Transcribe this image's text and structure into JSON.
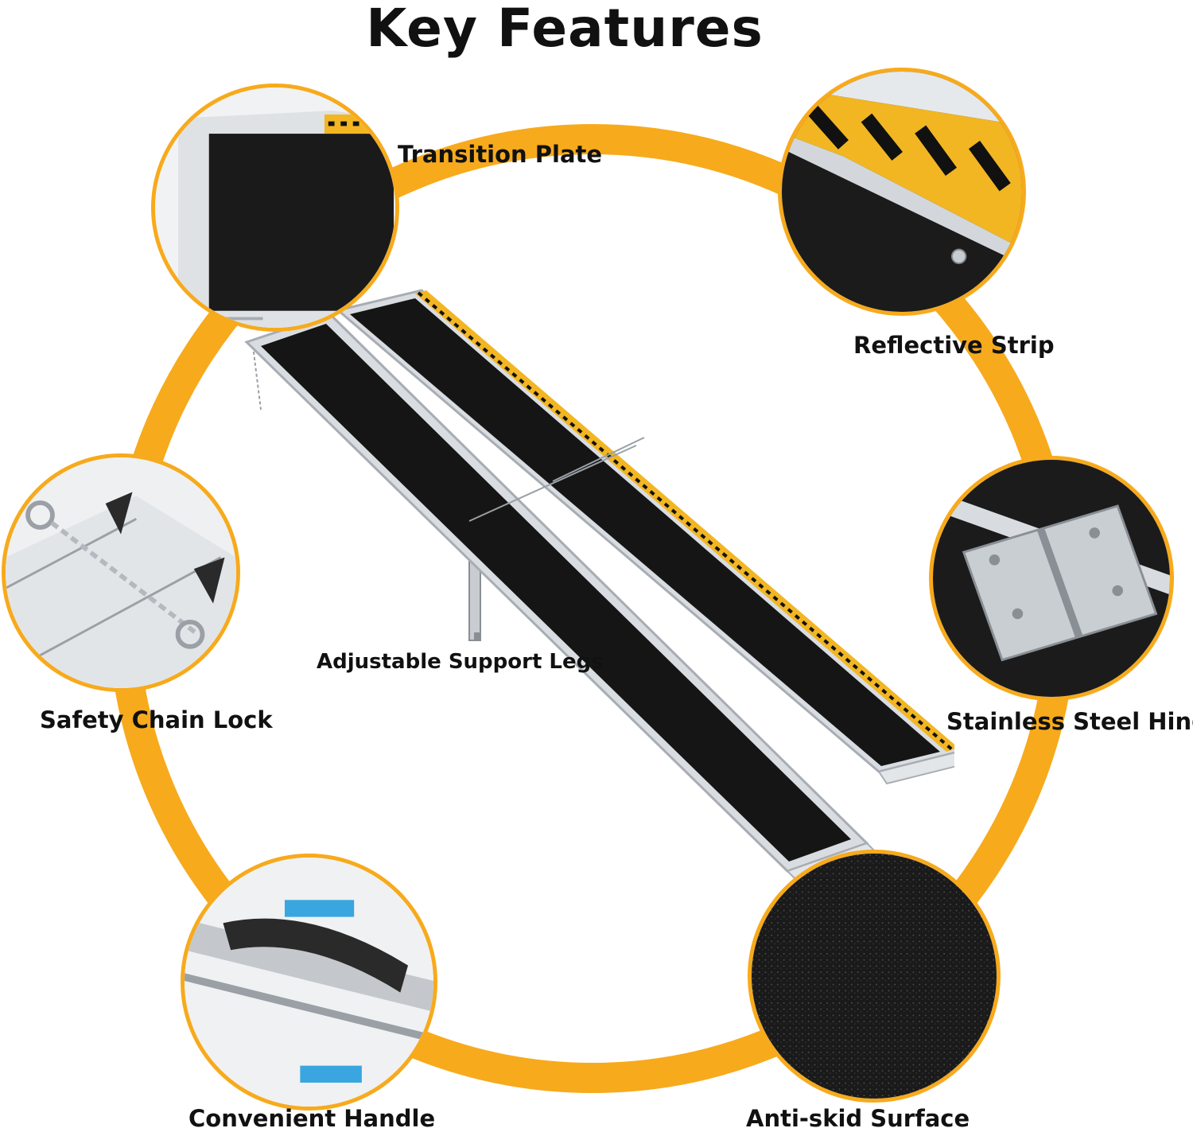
{
  "title": "Key Features",
  "accent_color": "#f7aa1c",
  "features": [
    {
      "id": "transition-plate",
      "label": "Transition Plate"
    },
    {
      "id": "reflective-strip",
      "label": "Reflective Strip"
    },
    {
      "id": "safety-chain-lock",
      "label": "Safety Chain Lock"
    },
    {
      "id": "stainless-steel-hinge",
      "label": "Stainless Steel Hinge"
    },
    {
      "id": "adjustable-support-legs",
      "label": "Adjustable Support Legs"
    },
    {
      "id": "convenient-handle",
      "label": "Convenient Handle"
    },
    {
      "id": "anti-skid-surface",
      "label": "Anti-skid Surface"
    }
  ]
}
